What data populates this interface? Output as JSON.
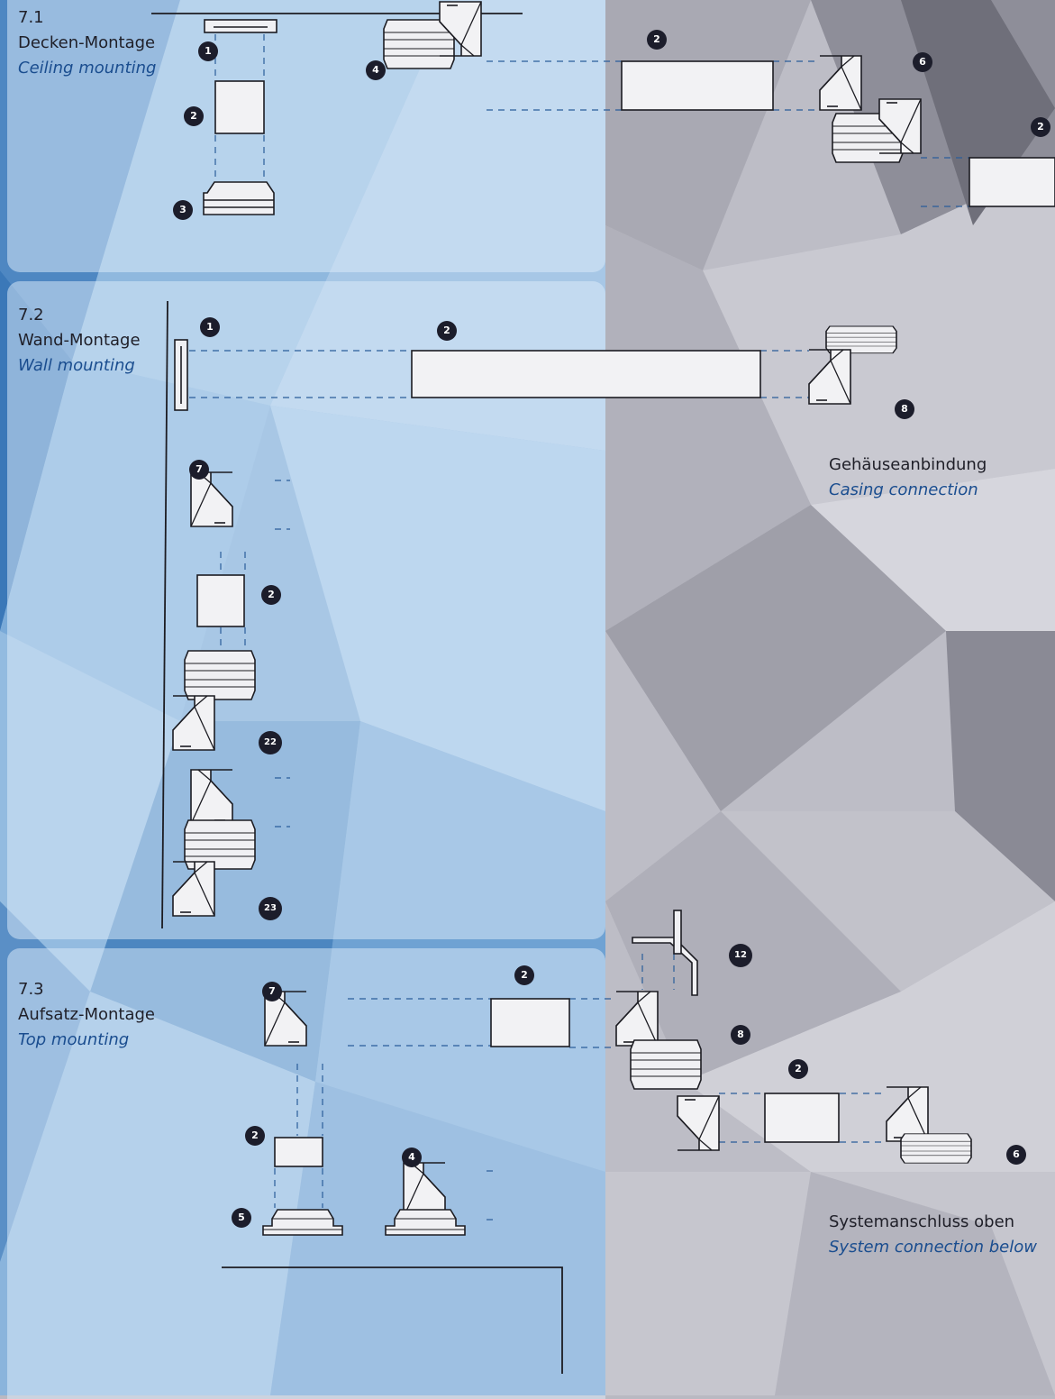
{
  "sections": [
    {
      "number": "7.1",
      "title_de": "Decken-Montage",
      "title_en": "Ceiling mounting"
    },
    {
      "number": "7.2",
      "title_de": "Wand-Montage",
      "title_en": "Wall mounting"
    },
    {
      "number": "7.3",
      "title_de": "Aufsatz-Montage",
      "title_en": "Top mounting"
    }
  ],
  "captions": [
    {
      "de": "Gehäuseanbindung",
      "en": "Casing connection"
    },
    {
      "de": "Systemanschluss oben",
      "en": "System connection below"
    }
  ],
  "badges": [
    "1",
    "2",
    "3",
    "4",
    "2",
    "6",
    "2",
    "1",
    "2",
    "8",
    "7",
    "2",
    "22",
    "23",
    "7",
    "2",
    "2",
    "4",
    "5",
    "12",
    "8",
    "2",
    "6"
  ],
  "colors": {
    "badge": "#1c1d2b",
    "english_text": "#1a4d8f",
    "dashed_line": "#2a5d9a",
    "panel": "#dcecfa"
  }
}
